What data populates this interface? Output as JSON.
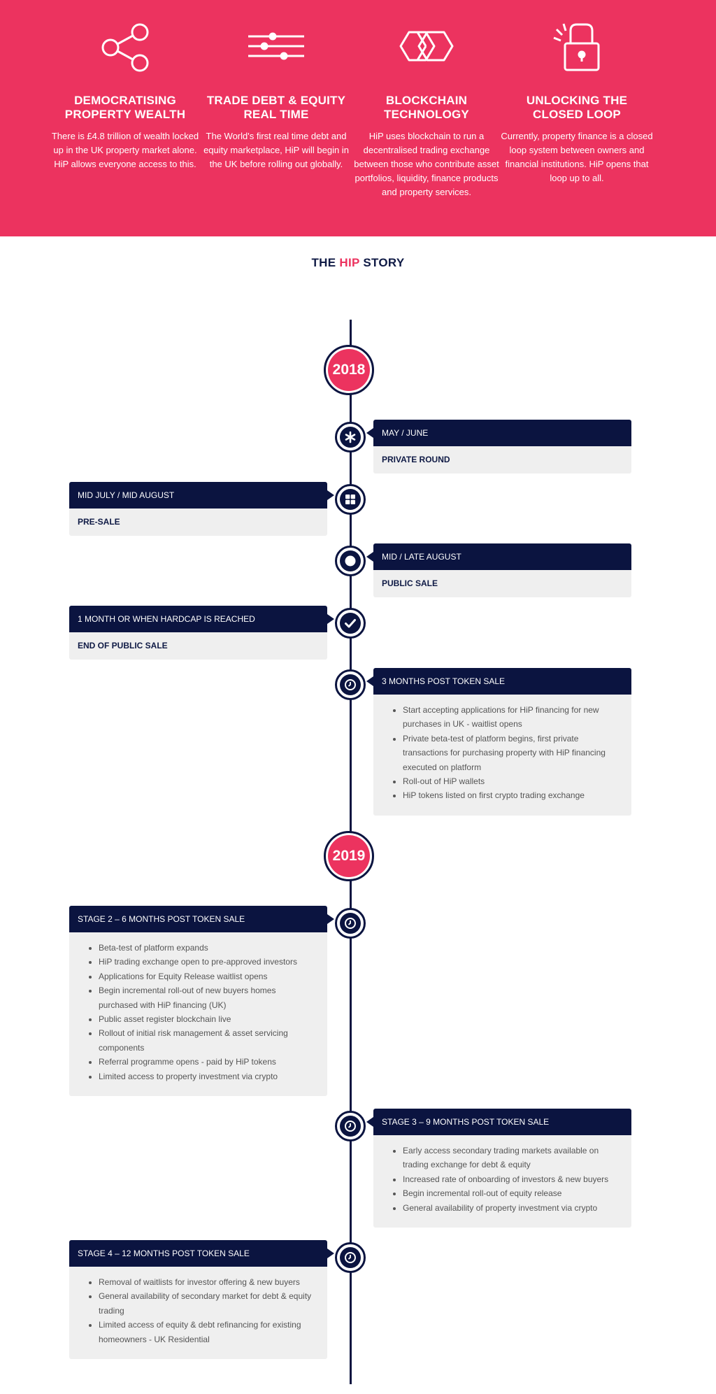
{
  "features": [
    {
      "icon": "share-icon",
      "title": "DEMOCRATISING\nPROPERTY WEALTH",
      "body": "There is £4.8 trillion of wealth locked up in the UK property market alone. HiP allows everyone access to this."
    },
    {
      "icon": "sliders-icon",
      "title": "TRADE DEBT & EQUITY\nREAL TIME",
      "body": "The World's first real time debt and equity marketplace, HiP will begin in the UK before rolling out globally."
    },
    {
      "icon": "blockchain-cubes-icon",
      "title": "BLOCKCHAIN\nTECHNOLOGY",
      "body": "HiP uses blockchain to run a decentralised trading exchange between those who contribute asset portfolios, liquidity, finance products and property services."
    },
    {
      "icon": "unlocked-padlock-icon",
      "title": "UNLOCKING THE\nCLOSED LOOP",
      "body": "Currently, property finance is a closed loop system between owners and financial institutions. HiP opens that loop up to all."
    }
  ],
  "story": {
    "title_prefix": "THE ",
    "title_accent": "HIP",
    "title_suffix": " STORY"
  },
  "years": [
    "2018",
    "2019"
  ],
  "events": [
    {
      "icon": "asterisk-icon",
      "heading": "MAY / JUNE",
      "label": "PRIVATE ROUND"
    },
    {
      "icon": "grid-icon",
      "heading": "MID JULY / MID AUGUST",
      "label": "PRE-SALE"
    },
    {
      "icon": "circle-icon",
      "heading": "MID / LATE AUGUST",
      "label": "PUBLIC SALE"
    },
    {
      "icon": "check-icon",
      "heading": "1 MONTH OR WHEN HARDCAP IS REACHED",
      "label": "END OF PUBLIC SALE"
    },
    {
      "icon": "clock-icon",
      "heading": "3 MONTHS POST TOKEN SALE",
      "items": [
        "Start accepting applications for HiP financing for new purchases in UK - waitlist opens",
        "Private beta-test of platform begins, first private transactions for purchasing property with HiP financing executed on platform",
        "Roll-out of HiP wallets",
        "HiP tokens listed on first crypto trading exchange"
      ]
    },
    {
      "icon": "clock-icon",
      "heading": "STAGE 2 – 6 MONTHS POST TOKEN SALE",
      "items": [
        "Beta-test of platform expands",
        "HiP trading exchange open to pre-approved investors",
        "Applications for Equity Release waitlist opens",
        "Begin incremental roll-out of new buyers homes purchased with HiP financing (UK)",
        "Public asset register blockchain live",
        "Rollout of initial risk management & asset servicing components",
        "Referral programme opens - paid by HiP tokens",
        "Limited access to property investment via crypto"
      ]
    },
    {
      "icon": "clock-icon",
      "heading": "STAGE 3 – 9 MONTHS POST TOKEN SALE",
      "items": [
        "Early access secondary trading markets available on trading exchange for debt & equity",
        "Increased rate of onboarding of investors & new buyers",
        "Begin incremental roll-out of equity release",
        "General availability of property investment via crypto"
      ]
    },
    {
      "icon": "clock-icon",
      "heading": "STAGE 4 – 12 MONTHS POST TOKEN SALE",
      "items": [
        "Removal of waitlists for investor offering & new buyers",
        "General availability of secondary market for debt & equity trading",
        "Limited access of equity & debt refinancing for existing homeowners - UK Residential"
      ]
    }
  ],
  "colors": {
    "accent": "#ec335f",
    "navy": "#0b1440",
    "card_bg": "#efefef"
  }
}
